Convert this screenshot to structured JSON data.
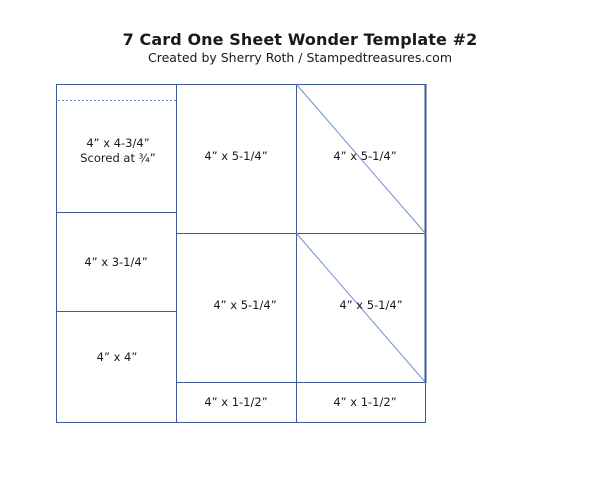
{
  "header": {
    "title": "7 Card One Sheet Wonder Template #2",
    "subtitle": "Created by Sherry Roth / Stampedtreasures.com"
  },
  "colors": {
    "grid_line": "#3e5a9a",
    "diagonal_line": "#6f8fce",
    "text": "#1a1a1a"
  },
  "pieces": [
    {
      "id": "piece-left-top",
      "lines": [
        "4” x 4-3/4”",
        "Scored at ¾”"
      ]
    },
    {
      "id": "piece-left-middle",
      "lines": [
        "4” x 3-1/4”"
      ]
    },
    {
      "id": "piece-left-bottom",
      "lines": [
        "4” x 4”"
      ]
    },
    {
      "id": "piece-center-top",
      "lines": [
        "4” x 5-1/4”"
      ]
    },
    {
      "id": "piece-center-middle",
      "lines": [
        "4” x 5-1/4”"
      ]
    },
    {
      "id": "piece-center-bottom",
      "lines": [
        "4” x 1-1/2”"
      ]
    },
    {
      "id": "piece-right-top",
      "lines": [
        "4” x 5-1/4”"
      ]
    },
    {
      "id": "piece-right-middle",
      "lines": [
        "4” x 5-1/4”"
      ]
    },
    {
      "id": "piece-right-bottom",
      "lines": [
        "4” x 1-1/2”"
      ]
    }
  ]
}
